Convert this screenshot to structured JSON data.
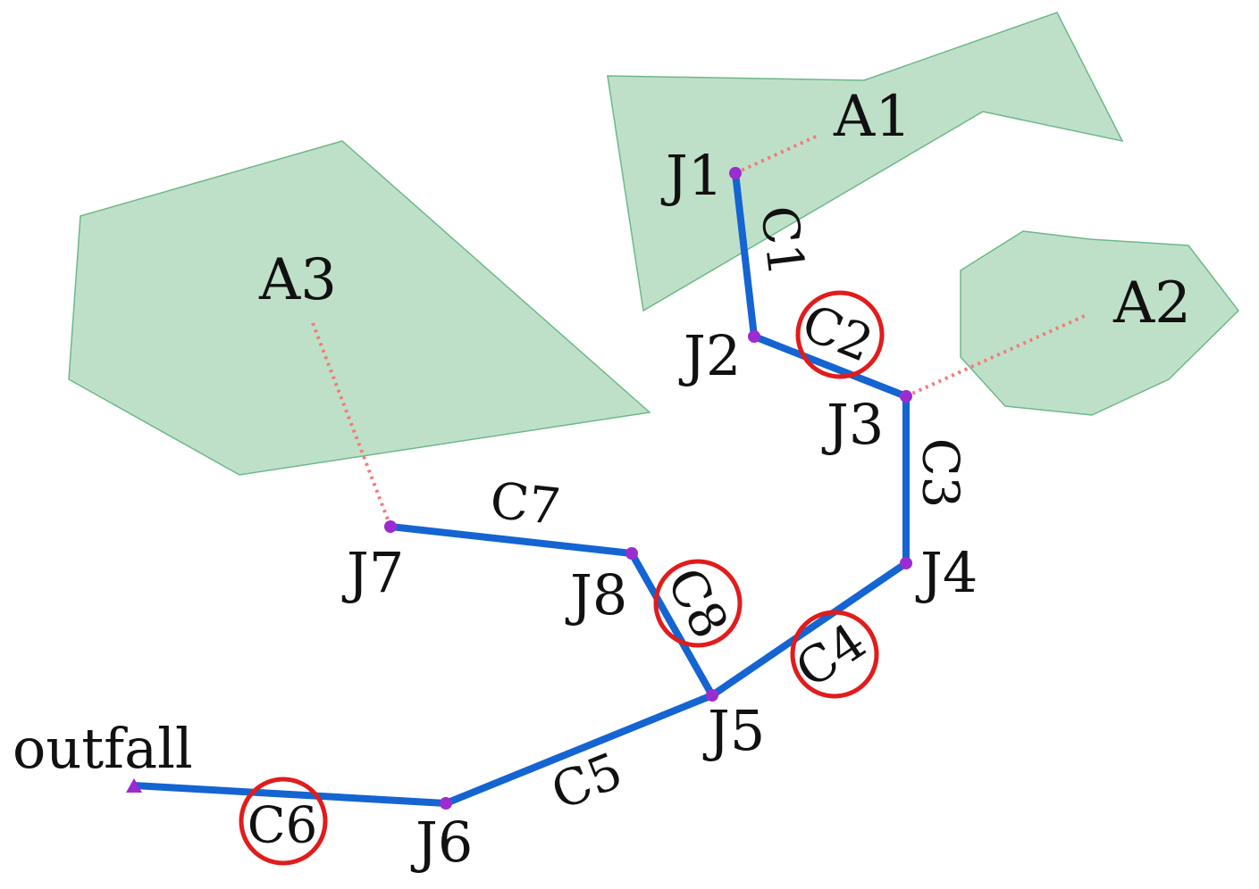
{
  "colors": {
    "subcatchment_fill": "#bfe0c8",
    "subcatchment_stroke": "#6db88a",
    "conduit": "#1464d2",
    "junction": "#9b2ccf",
    "link_dotted": "#f27b7b",
    "highlight_circle": "#e21b1b",
    "text": "#111111"
  },
  "icons": {
    "junction": "purple-dot-icon",
    "outfall": "purple-triangle-icon",
    "highlight": "red-circle-icon"
  },
  "subcatchments": [
    {
      "id": "A1",
      "label": "A1"
    },
    {
      "id": "A2",
      "label": "A2"
    },
    {
      "id": "A3",
      "label": "A3"
    }
  ],
  "junctions": [
    {
      "id": "J1",
      "label": "J1"
    },
    {
      "id": "J2",
      "label": "J2"
    },
    {
      "id": "J3",
      "label": "J3"
    },
    {
      "id": "J4",
      "label": "J4"
    },
    {
      "id": "J5",
      "label": "J5"
    },
    {
      "id": "J6",
      "label": "J6"
    },
    {
      "id": "J7",
      "label": "J7"
    },
    {
      "id": "J8",
      "label": "J8"
    }
  ],
  "outfall": {
    "id": "outfall",
    "label": "outfall"
  },
  "conduits": [
    {
      "id": "C1",
      "label": "C1",
      "from": "J1",
      "to": "J2",
      "highlighted": false
    },
    {
      "id": "C2",
      "label": "C2",
      "from": "J2",
      "to": "J3",
      "highlighted": true
    },
    {
      "id": "C3",
      "label": "C3",
      "from": "J3",
      "to": "J4",
      "highlighted": false
    },
    {
      "id": "C4",
      "label": "C4",
      "from": "J4",
      "to": "J5",
      "highlighted": true
    },
    {
      "id": "C5",
      "label": "C5",
      "from": "J5",
      "to": "J6",
      "highlighted": false
    },
    {
      "id": "C6",
      "label": "C6",
      "from": "J6",
      "to": "outfall",
      "highlighted": true
    },
    {
      "id": "C7",
      "label": "C7",
      "from": "J7",
      "to": "J8",
      "highlighted": false
    },
    {
      "id": "C8",
      "label": "C8",
      "from": "J8",
      "to": "J5",
      "highlighted": true
    }
  ],
  "subcatchment_links": [
    {
      "from": "A1",
      "to": "J1"
    },
    {
      "from": "A2",
      "to": "J3"
    },
    {
      "from": "A3",
      "to": "J7"
    }
  ]
}
